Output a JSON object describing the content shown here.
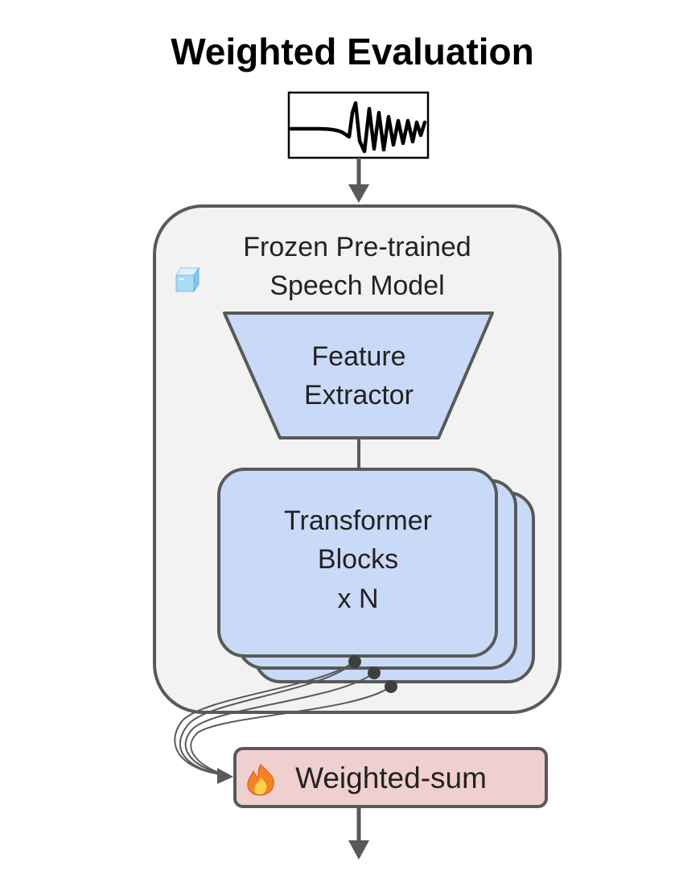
{
  "diagram": {
    "title": "Weighted Evaluation",
    "model_box": {
      "label_line1": "Frozen Pre-trained",
      "label_line2": "Speech Model",
      "fill": "#f2f2f2",
      "stroke": "#595959"
    },
    "feature_extractor": {
      "label_line1": "Feature",
      "label_line2": "Extractor",
      "fill": "#c9daf8"
    },
    "transformer": {
      "label_line1": "Transformer",
      "label_line2": "Blocks",
      "label_line3": "x N",
      "fill": "#c9daf8"
    },
    "weighted_sum": {
      "label": "Weighted-sum",
      "fill": "#f0cfcf"
    },
    "icons": {
      "frozen": "ice-cube-icon",
      "trainable": "fire-icon",
      "input": "waveform-icon"
    }
  }
}
